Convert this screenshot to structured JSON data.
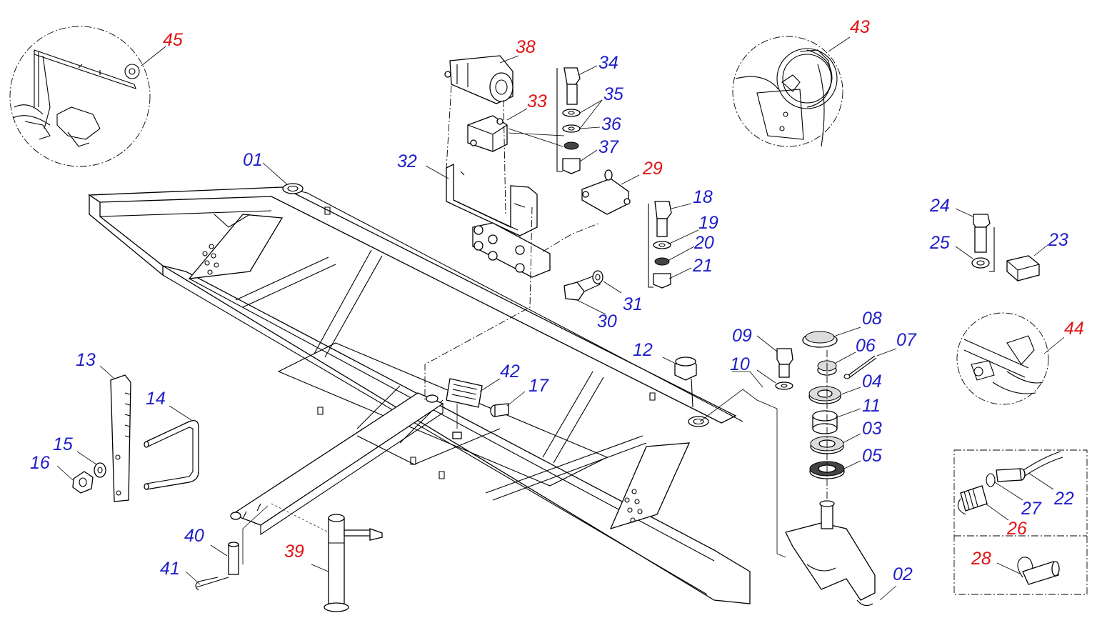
{
  "colors": {
    "standard_part_label": "#1e1ec8",
    "assembly_part_label": "#e01414",
    "line": "#000000",
    "background": "#ffffff"
  },
  "labels": {
    "p01": "01",
    "p02": "02",
    "p03": "03",
    "p04": "04",
    "p05": "05",
    "p06": "06",
    "p07": "07",
    "p08": "08",
    "p09": "09",
    "p10": "10",
    "p11": "11",
    "p12": "12",
    "p13": "13",
    "p14": "14",
    "p15": "15",
    "p16": "16",
    "p17": "17",
    "p18": "18",
    "p19": "19",
    "p20": "20",
    "p21": "21",
    "p22": "22",
    "p23": "23",
    "p24": "24",
    "p25": "25",
    "p26": "26",
    "p27": "27",
    "p28": "28",
    "p29": "29",
    "p30": "30",
    "p31": "31",
    "p32": "32",
    "p33": "33",
    "p34": "34",
    "p35": "35",
    "p36": "36",
    "p37": "37",
    "p38": "38",
    "p39": "39",
    "p40": "40",
    "p41": "41",
    "p42": "42",
    "p43": "43",
    "p44": "44",
    "p45": "45"
  }
}
